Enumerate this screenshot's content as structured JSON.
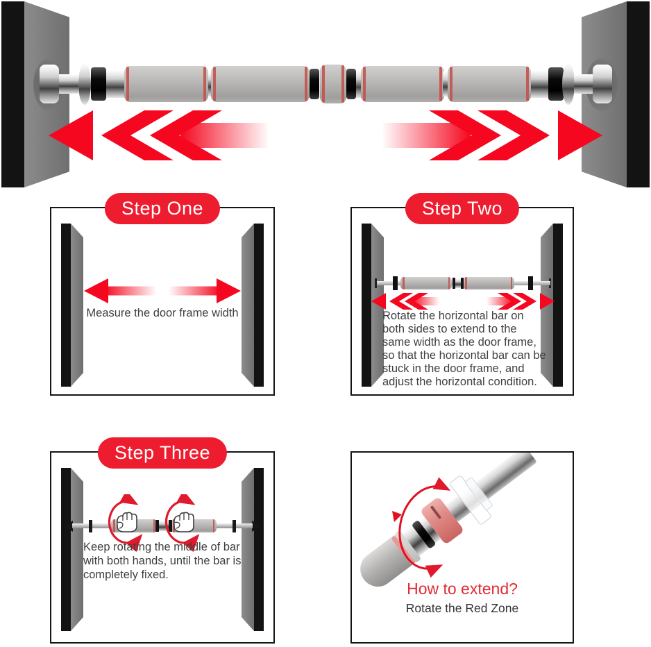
{
  "colors": {
    "badge_red": "#ee1c2f",
    "arrow_red": "#f5071f",
    "extend_red": "#e12b30",
    "text_dark": "#3f3f3f",
    "ring_red": "#c4524b",
    "wall_gray": "#7f7f7f",
    "foam_gray": "#b7b5b3",
    "red_zone_pink": "#e08a86"
  },
  "steps": {
    "one": {
      "badge": "Step One",
      "caption": "Measure the door frame width"
    },
    "two": {
      "badge": "Step Two",
      "caption_lines": [
        "Rotate the horizontal bar on",
        "both sides to extend to the",
        "same width as the door frame,",
        "so that the horizontal bar can be",
        "stuck in the door frame, and",
        "adjust the horizontal condition."
      ]
    },
    "three": {
      "badge": "Step Three",
      "caption_lines": [
        "Keep rotating the middle of bar",
        "with both hands, until the bar is",
        "completely fixed."
      ]
    },
    "extend": {
      "title": "How to extend?",
      "caption": "Rotate the Red Zone"
    }
  }
}
